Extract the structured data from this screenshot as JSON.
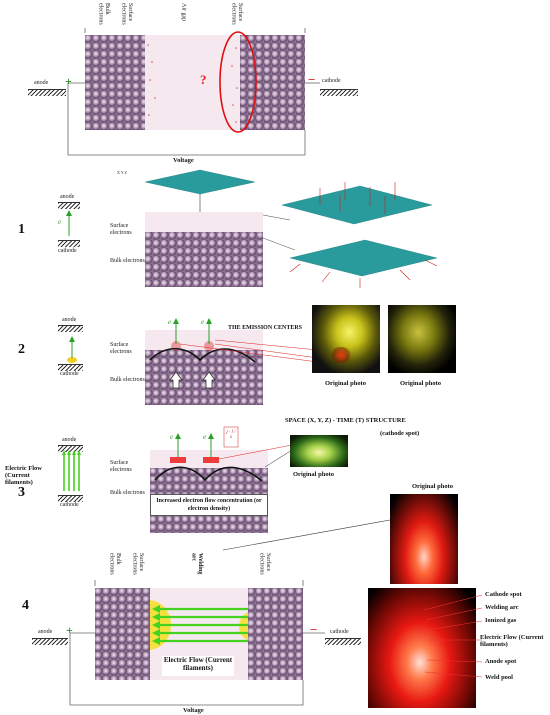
{
  "colors": {
    "atoms": "#8a7191",
    "air_gap": "#f6e8ef",
    "teal": "#2a9b9c",
    "plus": "#2a8c2a",
    "minus": "#d22",
    "question": "#d22",
    "ellipse": "#e01010",
    "electron_arrow": "#2aa02a",
    "flow_arrow": "#46d21e",
    "red_arrow": "#c81e1e"
  },
  "panel_top": {
    "bulk": "Bulk electrons",
    "surface_left": "Surface electrons",
    "air_gap": "Air gap",
    "surface_right": "Surface electrons",
    "question": "?",
    "anode": "anode",
    "cathode": "cathode",
    "plus": "+",
    "minus": "−",
    "voltage": "Voltage"
  },
  "panel1": {
    "number": "1",
    "anode": "anode",
    "cathode": "cathode",
    "e_symbol": "e",
    "surface": "Surface electrons",
    "bulk": "Bulk electrons",
    "axes": "X Y Z"
  },
  "panel2": {
    "number": "2",
    "anode": "anode",
    "cathode": "cathode",
    "surface": "Surface electrons",
    "bulk": "Bulk electrons",
    "emission_centers": "THE EMISSION CENTERS",
    "photo1_caption": "Original photo",
    "photo2_caption": "Original photo",
    "e_symbol": "e"
  },
  "panel3": {
    "number": "3",
    "electric_flow": "Electric Flow (Current filaments)",
    "anode": "anode",
    "cathode": "cathode",
    "surface": "Surface electrons",
    "bulk": "Bulk electrons",
    "box_text": "Increased electron flow concentration (or electron density)",
    "space_time": "SPACE (X, Y, Z) - TIME (T) STRUCTURE",
    "cathode_spot": "(cathode spot)",
    "photo_caption": "Original photo",
    "formula": "j · l / s",
    "e_symbol": "e"
  },
  "panel4": {
    "number": "4",
    "photo_caption": "Original photo",
    "bulk": "Bulk electrons",
    "surface_left": "Surface electrons",
    "welding_arc": "Welding arc",
    "surface_right": "Surface electrons",
    "anode": "anode",
    "cathode": "cathode",
    "plus": "+",
    "minus": "−",
    "electric_flow": "Electric Flow (Current filaments)",
    "voltage": "Voltage",
    "callouts": [
      "Cathode spot",
      "Welding arc",
      "Ionized gas",
      "Electric Flow (Current filaments)",
      "Anode spot",
      "Weld pool"
    ]
  }
}
